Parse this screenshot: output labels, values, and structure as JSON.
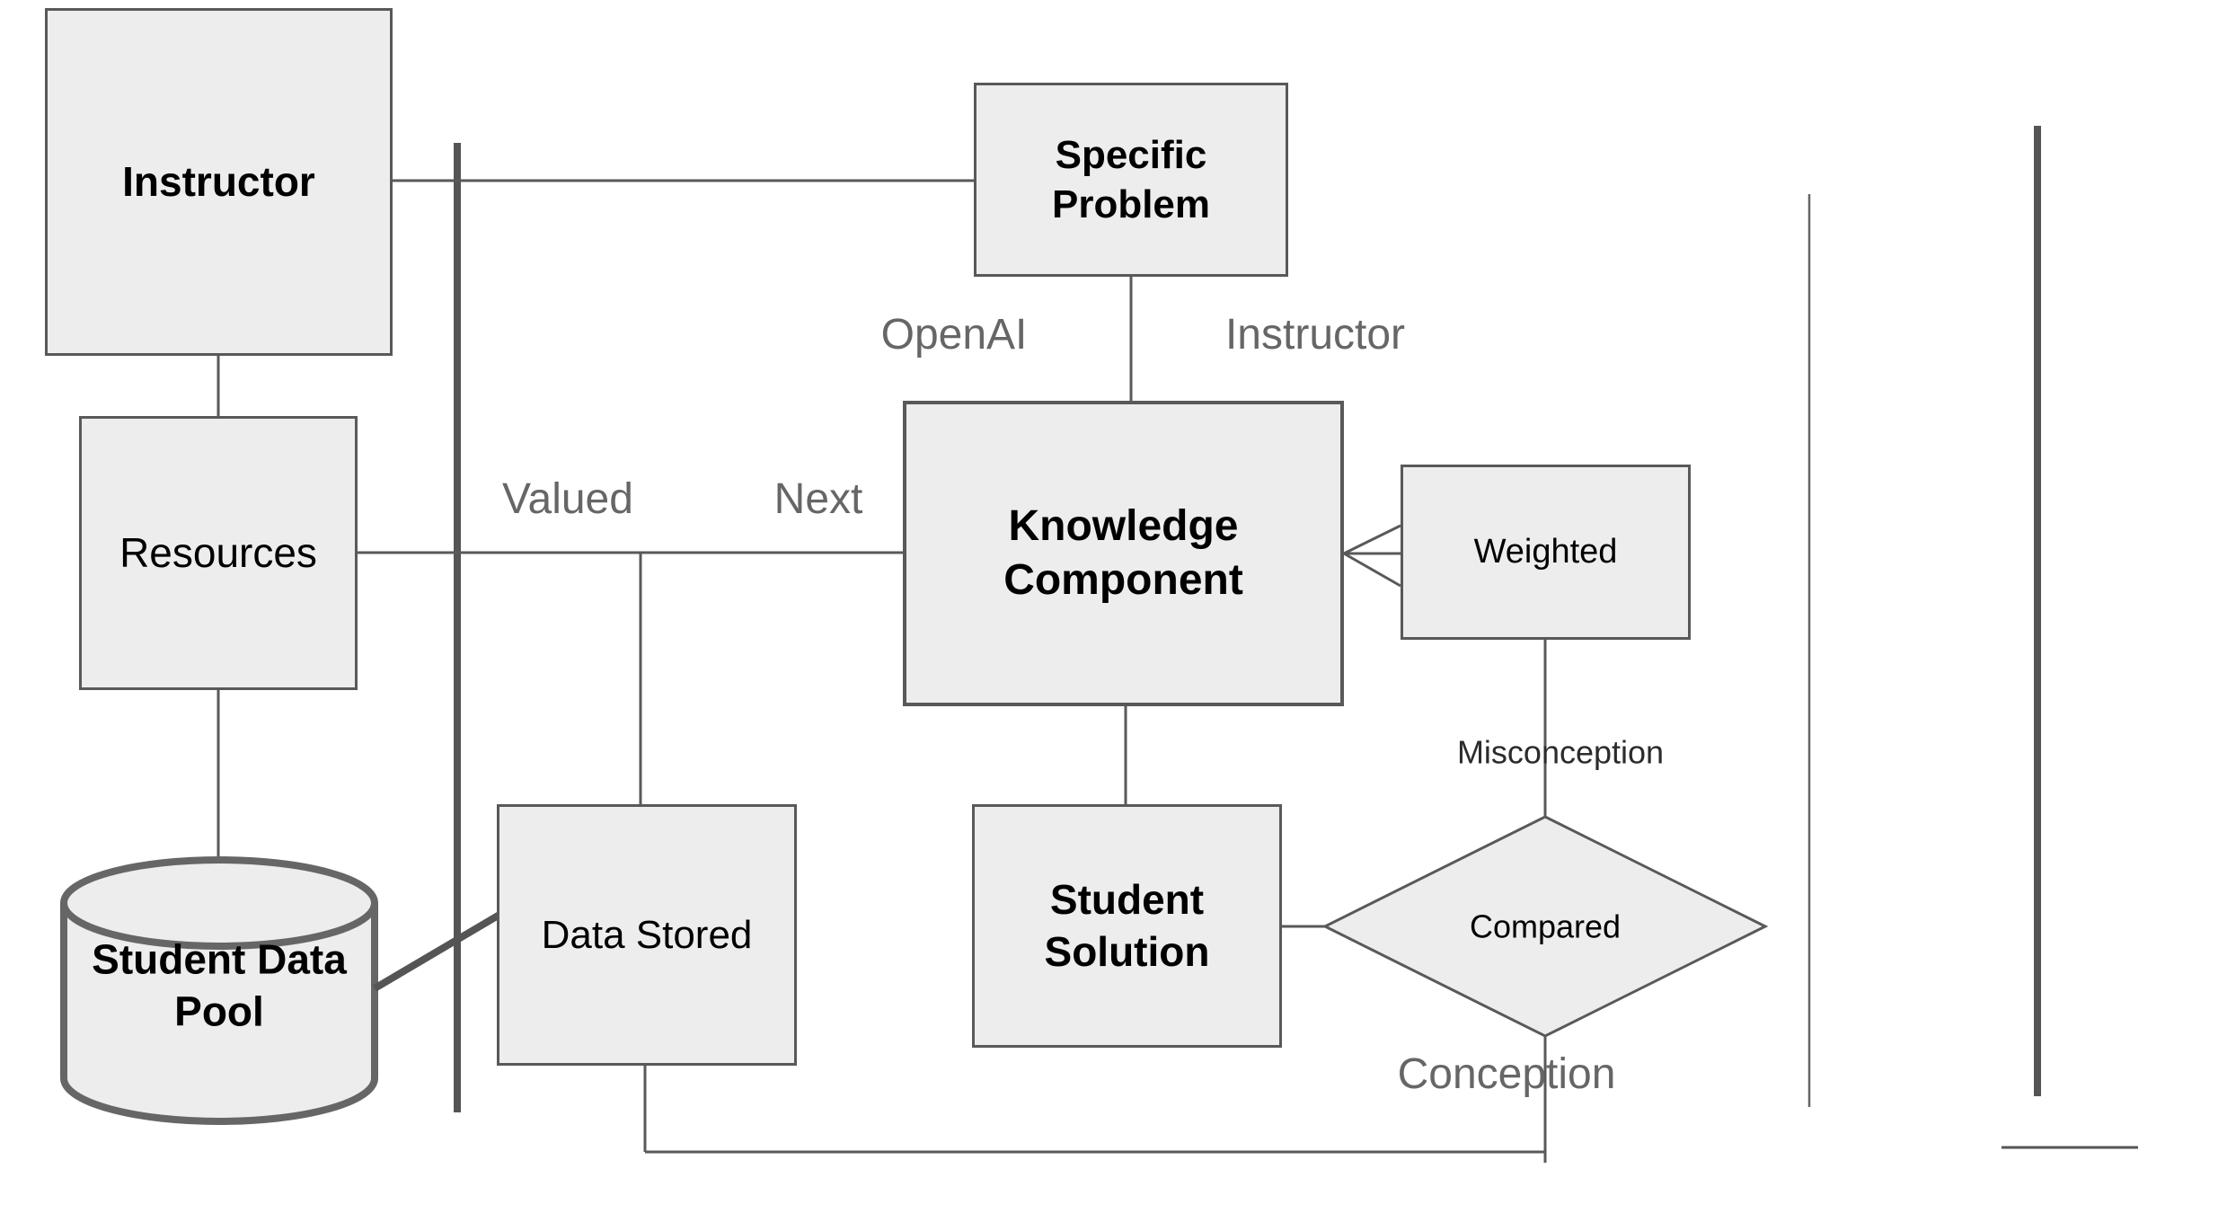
{
  "diagram": {
    "background": "#ffffff",
    "colors": {
      "shape_fill": "#ededed",
      "shape_border": "#595959",
      "connector": "#595959",
      "thick_line": "#555555",
      "cylinder_stroke": "#666666",
      "label_gray": "#666666",
      "entity_text": "#000000"
    },
    "entities": {
      "instructor": {
        "label": "Instructor",
        "shape": "rectangle"
      },
      "specific_problem": {
        "label": "Specific\nProblem",
        "shape": "rectangle"
      },
      "resources": {
        "label": "Resources",
        "shape": "rectangle"
      },
      "knowledge_component": {
        "label": "Knowledge\nComponent",
        "shape": "rectangle"
      },
      "weighted": {
        "label": "Weighted",
        "shape": "rectangle"
      },
      "data_stored": {
        "label": "Data Stored",
        "shape": "rectangle"
      },
      "student_solution": {
        "label": "Student\nSolution",
        "shape": "rectangle"
      },
      "compared": {
        "label": "Compared",
        "shape": "diamond"
      },
      "student_data_pool": {
        "label": "Student Data\nPool",
        "shape": "cylinder"
      }
    },
    "relationship_labels": {
      "openai": {
        "label": "OpenAI"
      },
      "instructor": {
        "label": "Instructor"
      },
      "valued": {
        "label": "Valued"
      },
      "next": {
        "label": "Next"
      },
      "misconception": {
        "label": "Misconception"
      },
      "conception": {
        "label": "Conception"
      }
    }
  }
}
